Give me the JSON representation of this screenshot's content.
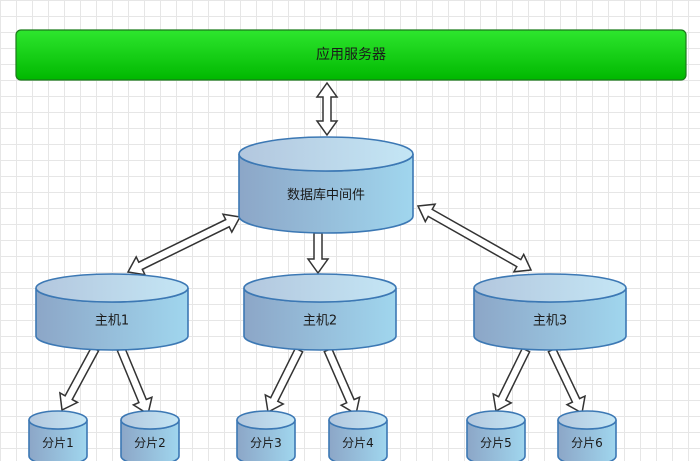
{
  "diagram": {
    "app_server": "应用服务器",
    "middleware": "数据库中间件",
    "hosts": [
      "主机1",
      "主机2",
      "主机3"
    ],
    "shards": [
      "分片1",
      "分片2",
      "分片3",
      "分片4",
      "分片5",
      "分片6"
    ]
  },
  "colors": {
    "app_server_fill_top": "#2ee62e",
    "app_server_fill_bottom": "#00b800",
    "cylinder_fill_left": "#8fa9c9",
    "cylinder_fill_right": "#9dd3ec",
    "cylinder_stroke": "#3c78b4",
    "arrow_stroke": "#333333",
    "arrow_fill": "#ffffff"
  }
}
